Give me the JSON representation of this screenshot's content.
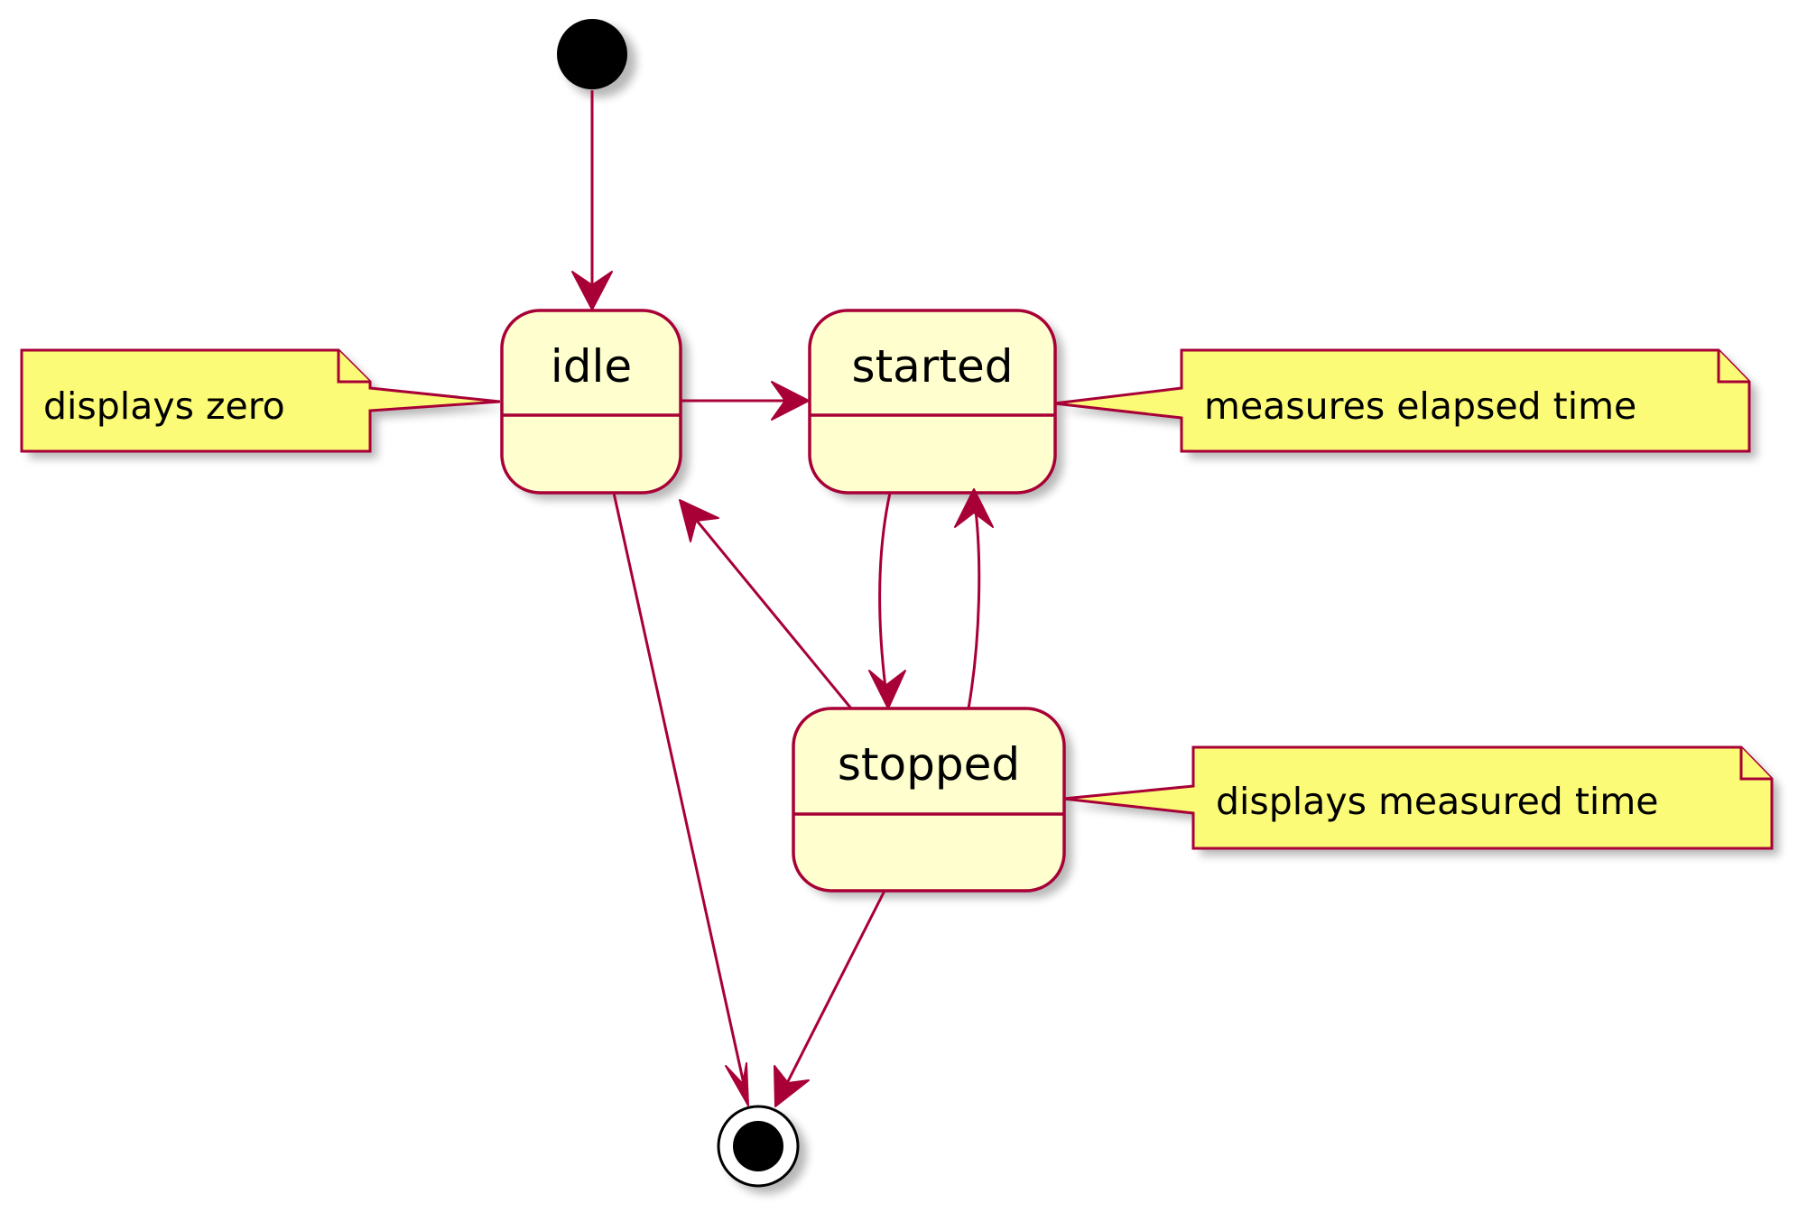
{
  "states": {
    "idle": {
      "label": "idle"
    },
    "started": {
      "label": "started"
    },
    "stopped": {
      "label": "stopped"
    }
  },
  "notes": {
    "idle": "displays zero",
    "started": "measures elapsed time",
    "stopped": "displays measured time"
  },
  "transitions": [
    {
      "from": "initial",
      "to": "idle"
    },
    {
      "from": "idle",
      "to": "started"
    },
    {
      "from": "started",
      "to": "stopped"
    },
    {
      "from": "stopped",
      "to": "started"
    },
    {
      "from": "stopped",
      "to": "idle"
    },
    {
      "from": "idle",
      "to": "final"
    },
    {
      "from": "stopped",
      "to": "final"
    }
  ],
  "colors": {
    "state_fill": "#FEFECE",
    "border": "#A80036",
    "note_fill": "#FBFB77",
    "pseudostate": "#000000"
  }
}
